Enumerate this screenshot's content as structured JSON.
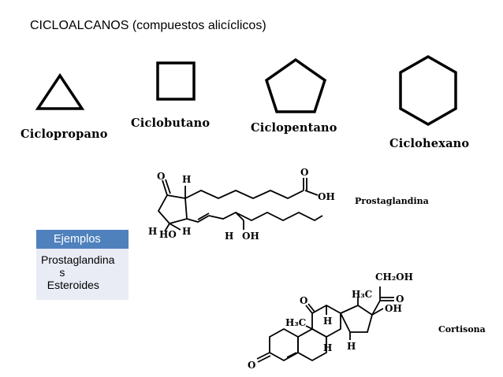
{
  "title": "CICLOALCANOS (compuestos alicíclicos)",
  "cycloalkanes": [
    {
      "label": "Ciclopropano",
      "icon": "triangle"
    },
    {
      "label": "Ciclobutano",
      "icon": "square"
    },
    {
      "label": "Ciclopentano",
      "icon": "pentagon"
    },
    {
      "label": "Ciclohexano",
      "icon": "hexagon"
    }
  ],
  "molecules": {
    "prostaglandin": {
      "name": "Prostaglandina",
      "atoms": {
        "o_ketone": "O",
        "h_top": "H",
        "o_acid": "O",
        "oh_acid": "OH",
        "h_left": "H",
        "ho": "HO",
        "h_mid": "H",
        "h_chain": "H",
        "oh_chain": "OH"
      }
    },
    "cortisone": {
      "name": "Cortisona",
      "atoms": {
        "ch2oh": "CH₂OH",
        "o_side": "O",
        "o_c11": "O",
        "h3c_top": "H₃C",
        "oh_c17": "OH",
        "h3c_mid": "H₃C",
        "h_c8": "H",
        "h_c9": "H",
        "h_c14": "H",
        "o_c3": "O"
      }
    }
  },
  "examples": {
    "header": "Ejemplos",
    "lines": [
      "Prostaglandina",
      "      s",
      "  Esteroides"
    ]
  }
}
